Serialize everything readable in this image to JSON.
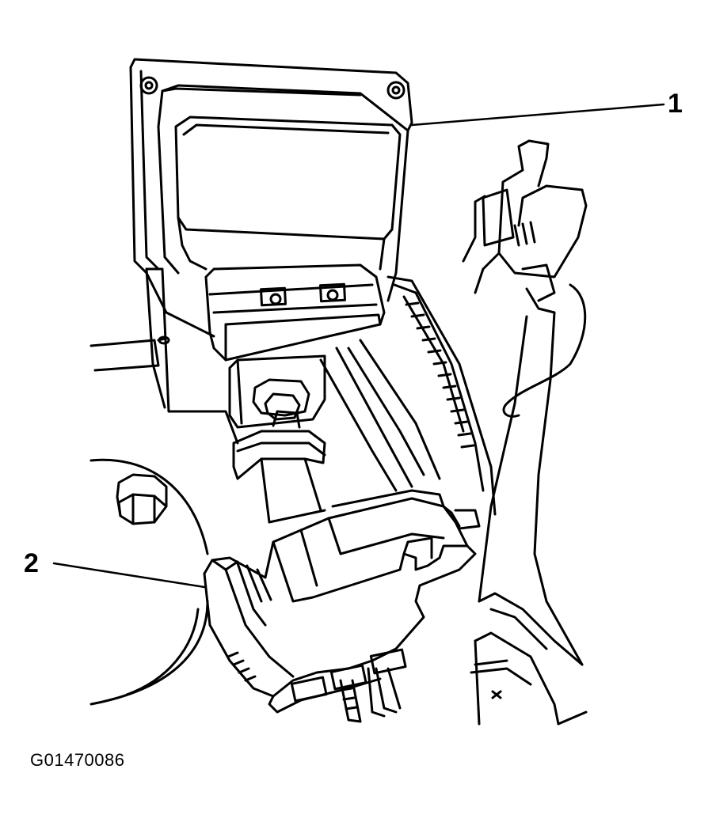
{
  "callouts": [
    {
      "number": "1"
    },
    {
      "number": "2"
    }
  ],
  "figure_id": "G01470086",
  "colors": {
    "ink": "#000000",
    "paper": "#ffffff"
  }
}
